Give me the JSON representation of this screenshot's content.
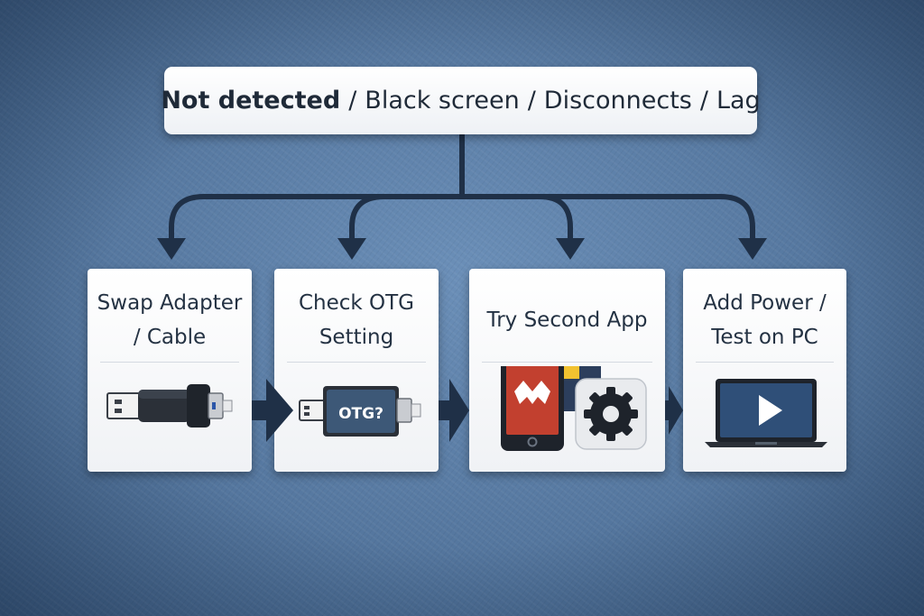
{
  "header": {
    "issue_bold": "Not detected",
    "issues": [
      "Black screen",
      "Disconnects",
      "Lag"
    ],
    "separator": "/"
  },
  "steps": [
    {
      "id": "swap",
      "lines": [
        "Swap Adapter",
        "/ Cable"
      ],
      "icon": "usb-adapter-icon"
    },
    {
      "id": "otg",
      "lines": [
        "Check OTG",
        "Setting"
      ],
      "icon": "otg-usb-icon",
      "badge": "OTG?"
    },
    {
      "id": "app",
      "lines": [
        "Try Second App"
      ],
      "icon": "phone-app-gear-icon"
    },
    {
      "id": "power",
      "lines": [
        "Add Power /",
        "Test on PC"
      ],
      "icon": "laptop-play-icon"
    }
  ],
  "colors": {
    "background": "#55779f",
    "connector": "#1f3047",
    "card": "#ffffff",
    "text": "#243243",
    "app_red": "#c2402f",
    "otg_blue": "#3d5877",
    "screen_blue": "#2f4f78"
  }
}
